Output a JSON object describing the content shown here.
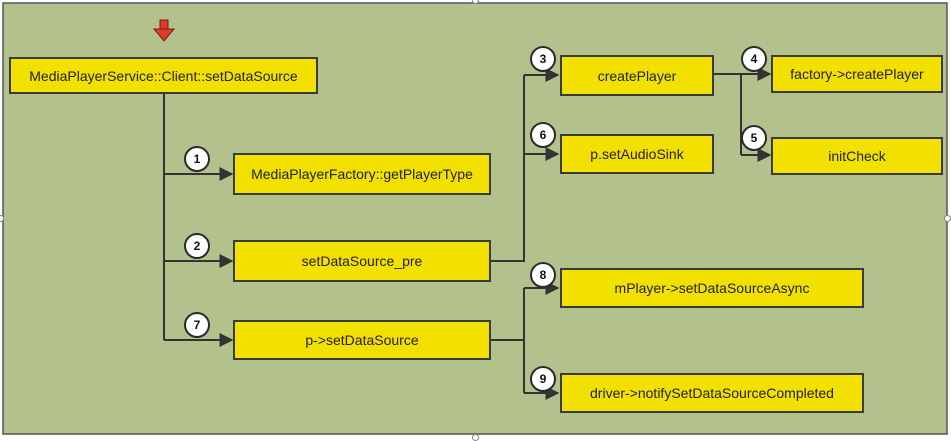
{
  "nodes": {
    "client_setdatasource": "MediaPlayerService::Client::setDataSource",
    "get_player_type": "MediaPlayerFactory::getPlayerType",
    "setdatasource_pre": "setDataSource_pre",
    "p_setdatasource": "p->setDataSource",
    "create_player": "createPlayer",
    "set_audio_sink": "p.setAudioSink",
    "factory_create_player": "factory->createPlayer",
    "init_check": "initCheck",
    "set_datasource_async": "mPlayer->setDataSourceAsync",
    "notify_completed": "driver->notifySetDataSourceCompleted"
  },
  "steps": {
    "s1": "1",
    "s2": "2",
    "s3": "3",
    "s4": "4",
    "s5": "5",
    "s6": "6",
    "s7": "7",
    "s8": "8",
    "s9": "9"
  },
  "colors": {
    "background": "#b3c28d",
    "node_fill": "#f2e000",
    "connector": "#333333",
    "entry_arrow": "#e03a2e"
  },
  "icons": {
    "entry_marker": "down-arrow-icon"
  }
}
